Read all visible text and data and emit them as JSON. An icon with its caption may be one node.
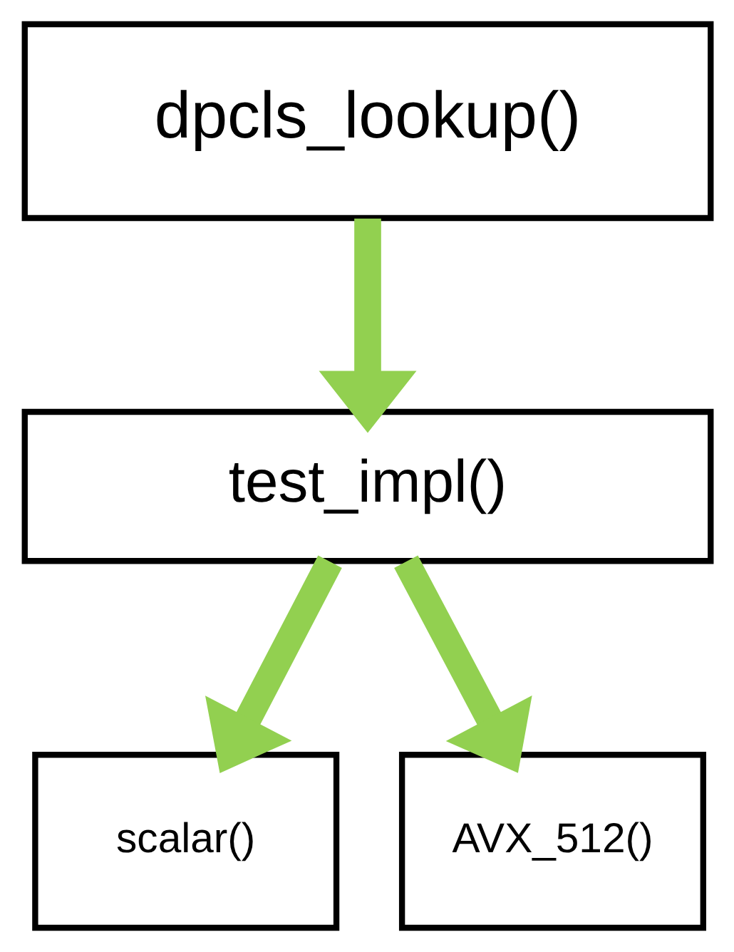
{
  "diagram": {
    "nodes": [
      {
        "text": [
          "dpcls_lookup()"
        ]
      },
      {
        "text": [
          "test_impl()"
        ]
      },
      {
        "text": [
          "scalar()"
        ]
      },
      {
        "text": [
          "AVX_512()"
        ]
      }
    ],
    "edges": [
      {
        "from": 0,
        "to": 1,
        "arrow": "to"
      },
      {
        "from": 1,
        "to": 2,
        "arrow": "to"
      },
      {
        "from": 1,
        "to": 3,
        "arrow": "to"
      }
    ]
  }
}
